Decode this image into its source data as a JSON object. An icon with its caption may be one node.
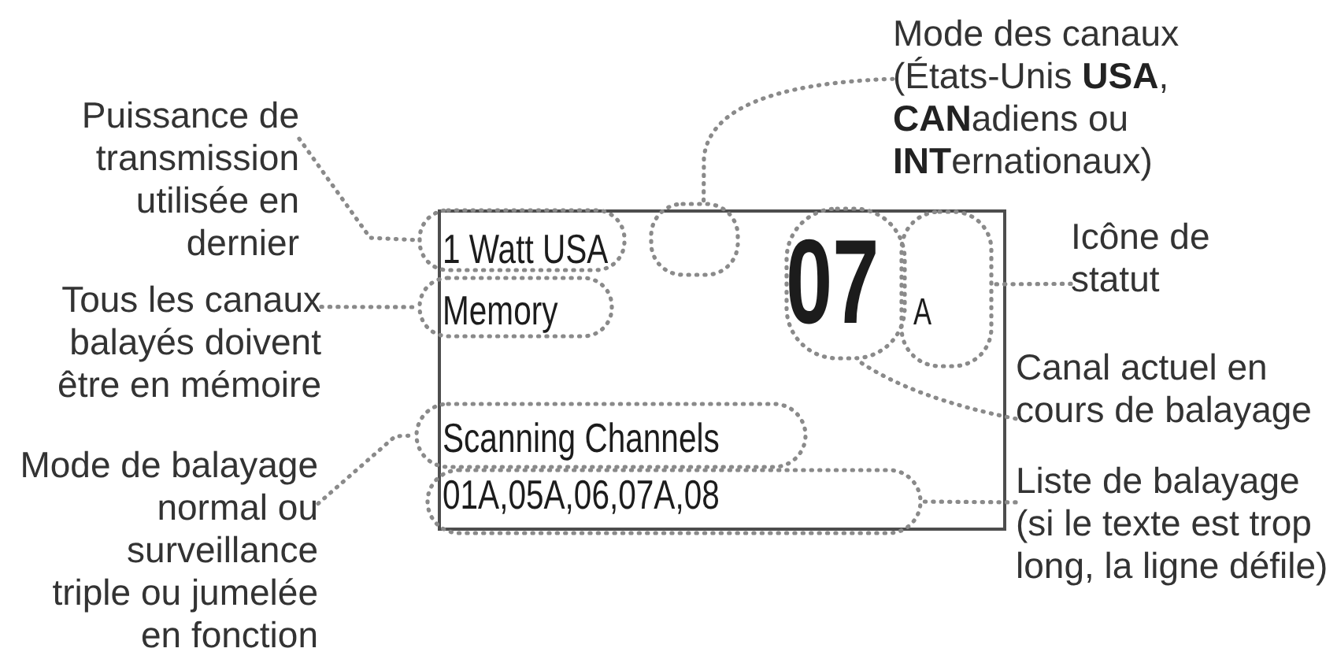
{
  "diagram": {
    "nodes": [
      {
        "text": [
          "Mode des canaux (États-Unis **USA**, **CAN**adiens ou **INT**ernationaux)"
        ]
      },
      {
        "text": [
          "Puissance de transmission utilisée en dernier"
        ]
      },
      {
        "text": [
          "1 Watt USA"
        ]
      },
      {
        "text": [],
        "shape": "box"
      },
      {
        "text": [
          "07"
        ]
      },
      {
        "text": [
          "A"
        ]
      },
      {
        "text": [
          "Icône de statut"
        ]
      },
      {
        "text": [
          "Tous les canaux balayés doivent être en mémoire"
        ]
      },
      {
        "text": [
          "Memory"
        ]
      },
      {
        "text": [
          "Canal actuel en cours de balayage"
        ]
      },
      {
        "text": [
          "Mode de balayage normal ou surveillance triple ou jumelée en fonction"
        ]
      },
      {
        "text": [
          "Scanning Channels"
        ]
      },
      {
        "text": [
          "Liste de balayage (si le texte est trop long, la ligne défile)"
        ]
      },
      {
        "text": [
          "01A,05A,06,07A,08"
        ]
      }
    ],
    "edges": [
      {
        "from": 0,
        "to": 3,
        "arrow": "none"
      },
      {
        "from": 1,
        "to": 2,
        "arrow": "none"
      },
      {
        "from": 6,
        "to": 5,
        "arrow": "none"
      },
      {
        "from": 7,
        "to": 8,
        "arrow": "none"
      },
      {
        "from": 9,
        "to": 4,
        "arrow": "none"
      },
      {
        "from": 10,
        "to": 11,
        "arrow": "none"
      },
      {
        "from": 12,
        "to": 13,
        "arrow": "none"
      }
    ]
  }
}
